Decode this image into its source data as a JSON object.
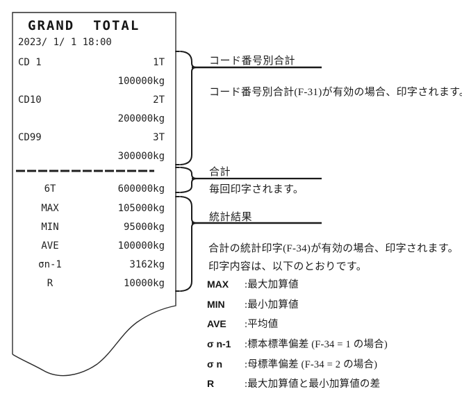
{
  "receipt": {
    "title": "GRAND  TOTAL",
    "datetime": "2023/ 1/ 1 18:00",
    "code_rows": [
      {
        "label": "CD 1",
        "count": "1T",
        "weight": "100000kg"
      },
      {
        "label": "CD10",
        "count": "2T",
        "weight": "200000kg"
      },
      {
        "label": "CD99",
        "count": "3T",
        "weight": "300000kg"
      }
    ],
    "total_row": {
      "label": "6T",
      "value": "600000kg"
    },
    "stats_rows": [
      {
        "label": "MAX",
        "value": "105000kg"
      },
      {
        "label": "MIN",
        "value": "95000kg"
      },
      {
        "label": "AVE",
        "value": "100000kg"
      },
      {
        "label": "σn-1",
        "value": "3162kg"
      },
      {
        "label": "R",
        "value": "10000kg"
      }
    ]
  },
  "annotations": {
    "code_total": {
      "heading": "コード番号別合計",
      "body": "コード番号別合計(F-31)が有効の場合、印字されます。"
    },
    "total": {
      "heading": "合計",
      "body": "毎回印字されます。"
    },
    "stats": {
      "heading": "統計結果",
      "body1": "合計の統計印字(F-34)が有効の場合、印字されます。",
      "body2": "印字内容は、以下のとおりです。",
      "defs": [
        {
          "term": "MAX",
          "desc": ":最大加算値"
        },
        {
          "term": "MIN",
          "desc": ":最小加算値"
        },
        {
          "term": "AVE",
          "desc": ":平均値"
        },
        {
          "term": "σ n-1",
          "desc": ":標本標準偏差 (F-34 = 1 の場合)"
        },
        {
          "term": "σ n",
          "desc": ":母標準偏差 (F-34 = 2 の場合)"
        },
        {
          "term": "R",
          "desc": ":最大加算値と最小加算値の差"
        }
      ]
    }
  },
  "colors": {
    "ink": "#1b1b1b",
    "paper": "#ffffff"
  }
}
